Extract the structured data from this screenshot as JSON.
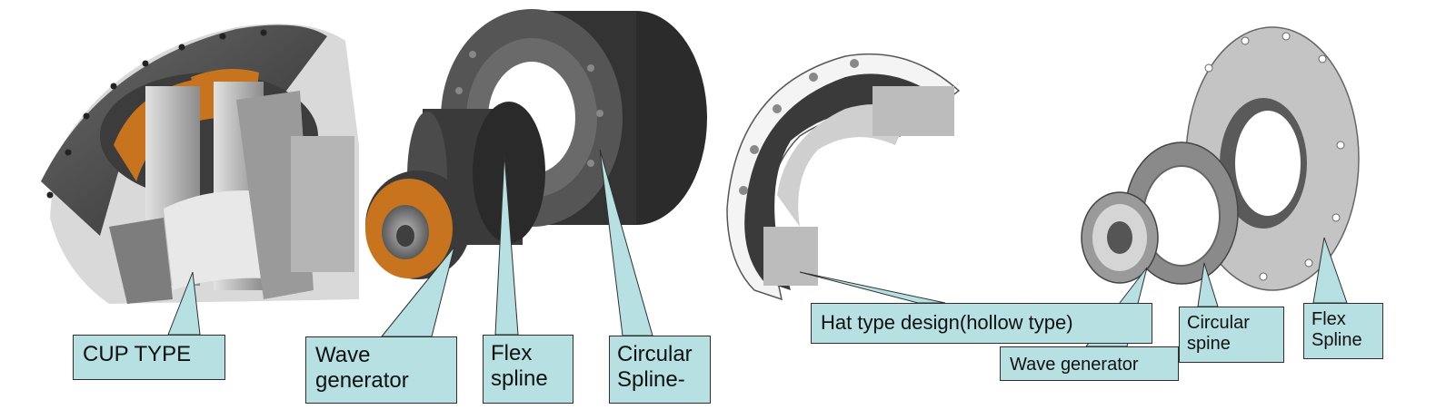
{
  "labels": {
    "cup_type": "CUP TYPE",
    "wave_generator_left": "Wave\ngenerator",
    "flex_spline_left": "Flex\nspline",
    "circular_spline_left": "Circular\nSpline-",
    "hat_type": "Hat type design(hollow type)",
    "wave_generator_right": "Wave generator",
    "circular_spine_right": "Circular\nspine",
    "flex_spline_right": "Flex\nSpline"
  },
  "colors": {
    "callout_fill": "#b7e0e2",
    "metal_dark": "#4a4a4a",
    "metal_mid": "#8a8a8a",
    "metal_light": "#c8c8c8",
    "bearing_orange": "#c8741e"
  }
}
